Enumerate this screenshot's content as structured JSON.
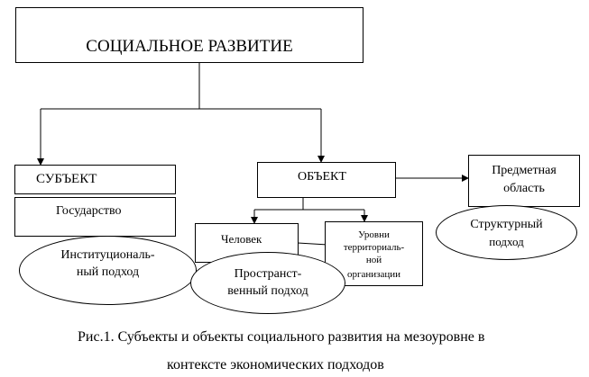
{
  "diagram": {
    "root": {
      "label": "СОЦИАЛЬНОЕ РАЗВИТИЕ"
    },
    "subject": {
      "label": "СУБЪЕКТ",
      "state": "Государство",
      "approach": {
        "line1": "Институциональ-",
        "line2": "ный подход"
      }
    },
    "object": {
      "label": "ОБЪЕКТ",
      "person": "Человек",
      "levels": {
        "line1": "Уровни",
        "line2": "территориаль-",
        "line3": "ной",
        "line4": "организации"
      },
      "spatial": {
        "line1": "Пространст-",
        "line2": "венный подход"
      }
    },
    "domain": {
      "line1": "Предметная",
      "line2": "область",
      "approach": {
        "line1": "Структурный",
        "line2": "подход"
      }
    }
  },
  "caption": {
    "line1": "Рис.1. Субъекты и объекты социального развития  на мезоуровне в",
    "line2": "контексте экономических подходов"
  }
}
